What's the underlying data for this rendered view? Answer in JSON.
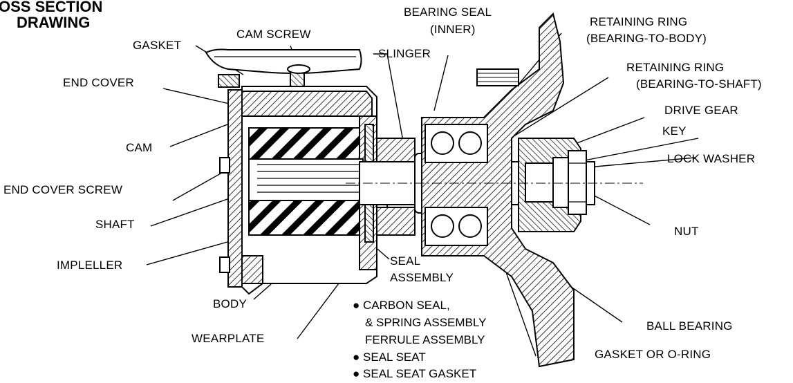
{
  "title": {
    "line1": "OSS SECTION",
    "line2": "DRAWING"
  },
  "labels": {
    "gasket": "GASKET",
    "cam_screw": "CAM SCREW",
    "bearing_seal_1": "BEARING SEAL",
    "bearing_seal_2": "(INNER)",
    "slinger": "SLINGER",
    "rr_body_1": "RETAINING RING",
    "rr_body_2": "(BEARING-TO-BODY)",
    "rr_shaft_1": "RETAINING RING",
    "rr_shaft_2": "(BEARING-TO-SHAFT)",
    "end_cover": "END COVER",
    "drive_gear": "DRIVE GEAR",
    "key": "KEY",
    "cam": "CAM",
    "lock_washer": "LOCK WASHER",
    "end_cover_screw": "END COVER SCREW",
    "shaft": "SHAFT",
    "nut": "NUT",
    "impeller": "IMPLELLER",
    "seal_assembly_1": "SEAL",
    "seal_assembly_2": "ASSEMBLY",
    "body": "BODY",
    "wearplate": "WEARPLATE",
    "ball_bearing": "BALL BEARING",
    "gasket_or_oring": "GASKET OR O-RING"
  },
  "seal_list": [
    {
      "bullet": "●",
      "text": "CARBON SEAL,"
    },
    {
      "bullet": "",
      "text": "& SPRING ASSEMBLY"
    },
    {
      "bullet": "",
      "text": "FERRULE ASSEMBLY"
    },
    {
      "bullet": "●",
      "text": "SEAL SEAT"
    },
    {
      "bullet": "●",
      "text": "SEAL SEAT GASKET"
    }
  ]
}
